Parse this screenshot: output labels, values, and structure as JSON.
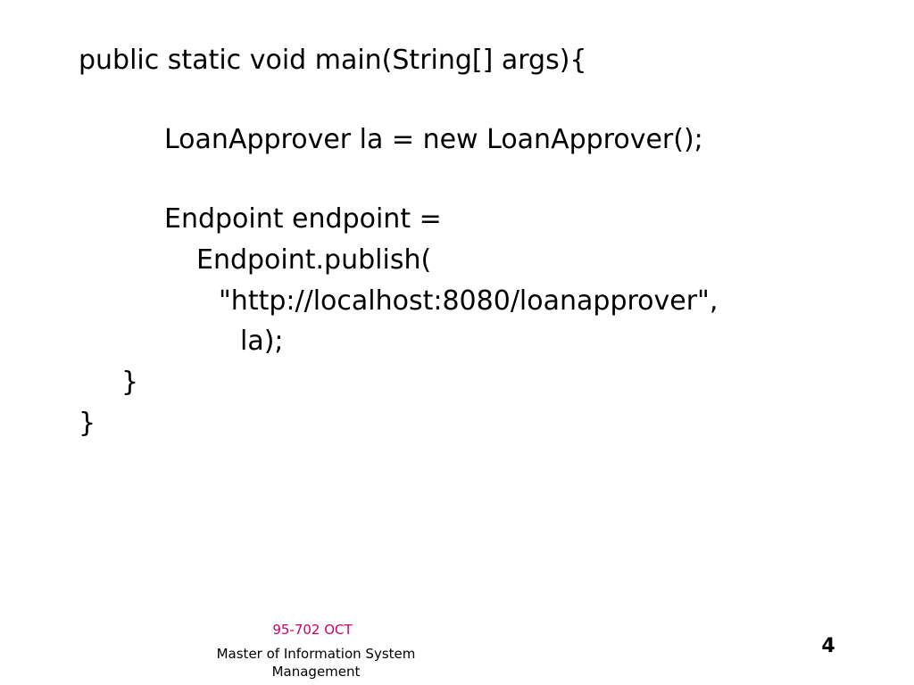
{
  "slide": {
    "code_lines": [
      "public static void main(String[] args){",
      "LoanApprover la = new LoanApprover();",
      "Endpoint endpoint =",
      "Endpoint.publish(",
      "\"http://localhost:8080/loanapprover\",",
      "la);",
      "}",
      "}"
    ],
    "footer": {
      "course": "95-702 OCT",
      "program": "Master of Information System Management"
    },
    "page_number": "4"
  },
  "colors": {
    "text": "#000000",
    "course_accent": "#cc0066",
    "background": "#ffffff"
  }
}
